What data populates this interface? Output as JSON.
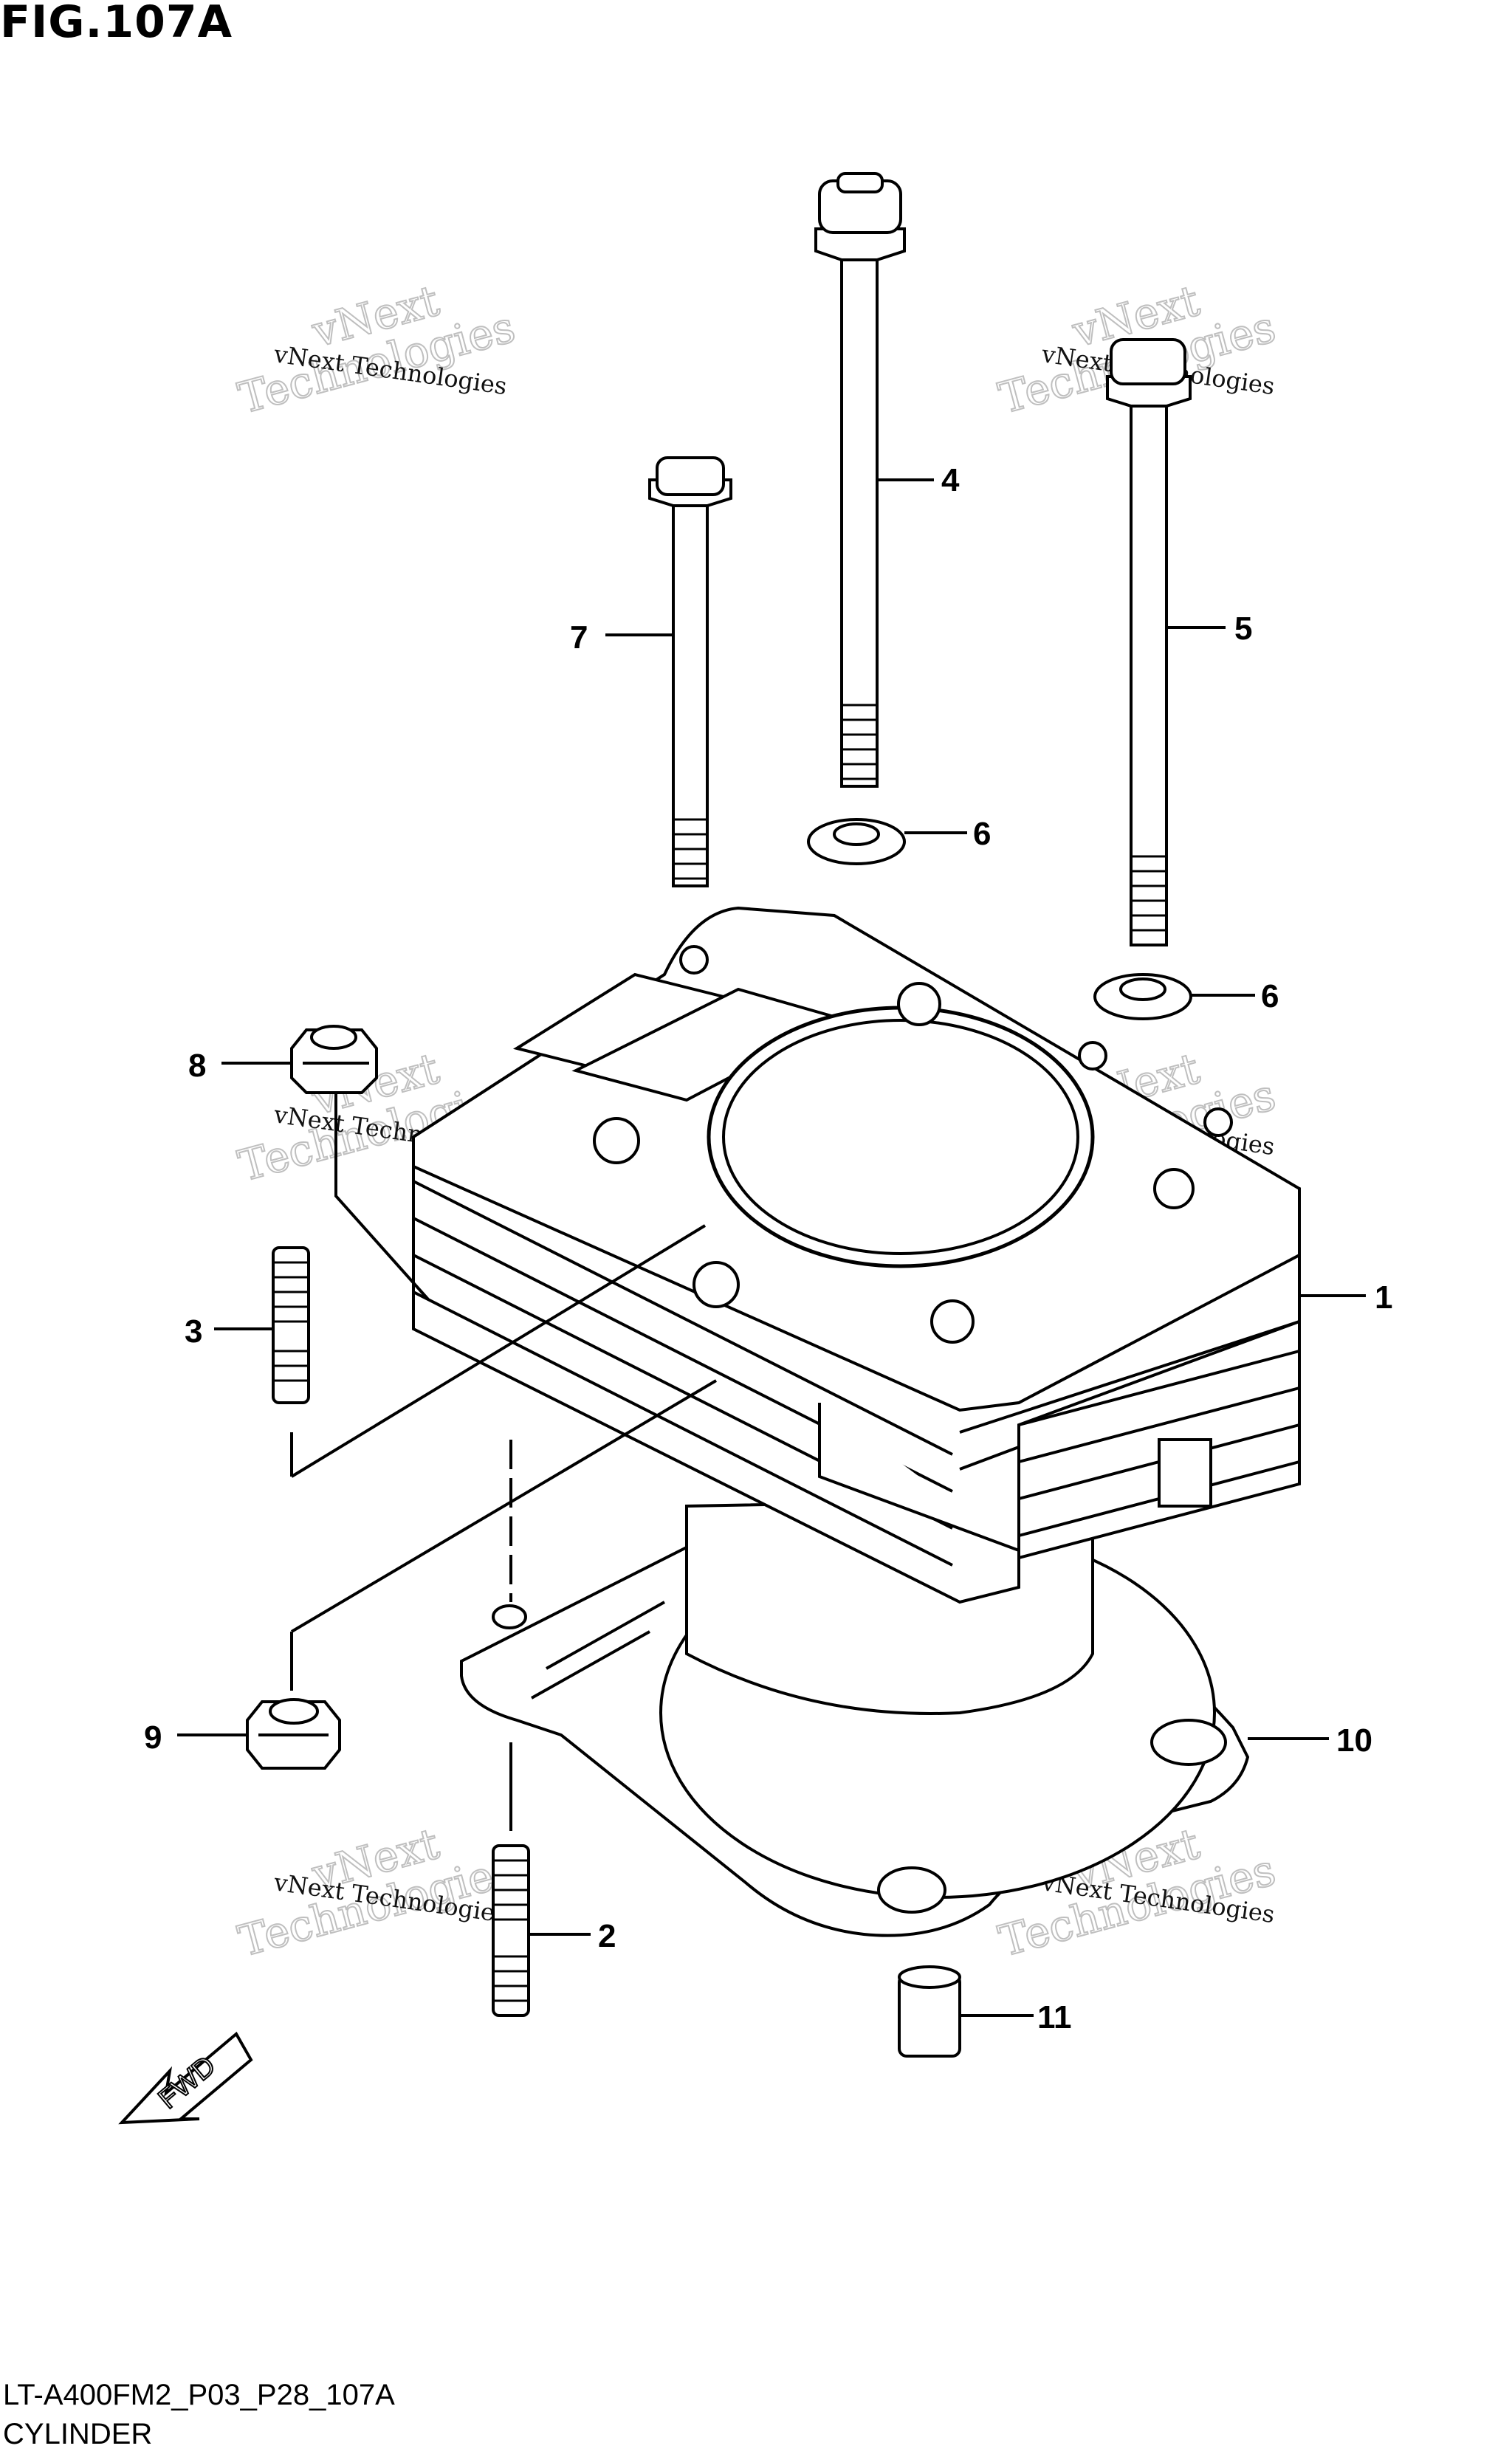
{
  "figure": {
    "title": "FIG.107A",
    "code": "LT-A400FM2_P03_P28_107A",
    "name": "CYLINDER"
  },
  "callouts": [
    "1",
    "2",
    "3",
    "4",
    "5",
    "6",
    "6",
    "7",
    "8",
    "9",
    "10",
    "11"
  ],
  "direction_arrow": {
    "label": "FWD",
    "icon": "fwd-arrow-icon"
  },
  "watermark": {
    "line1": "vNext Technologies",
    "line2": "vNext",
    "line3": "Technologies"
  }
}
